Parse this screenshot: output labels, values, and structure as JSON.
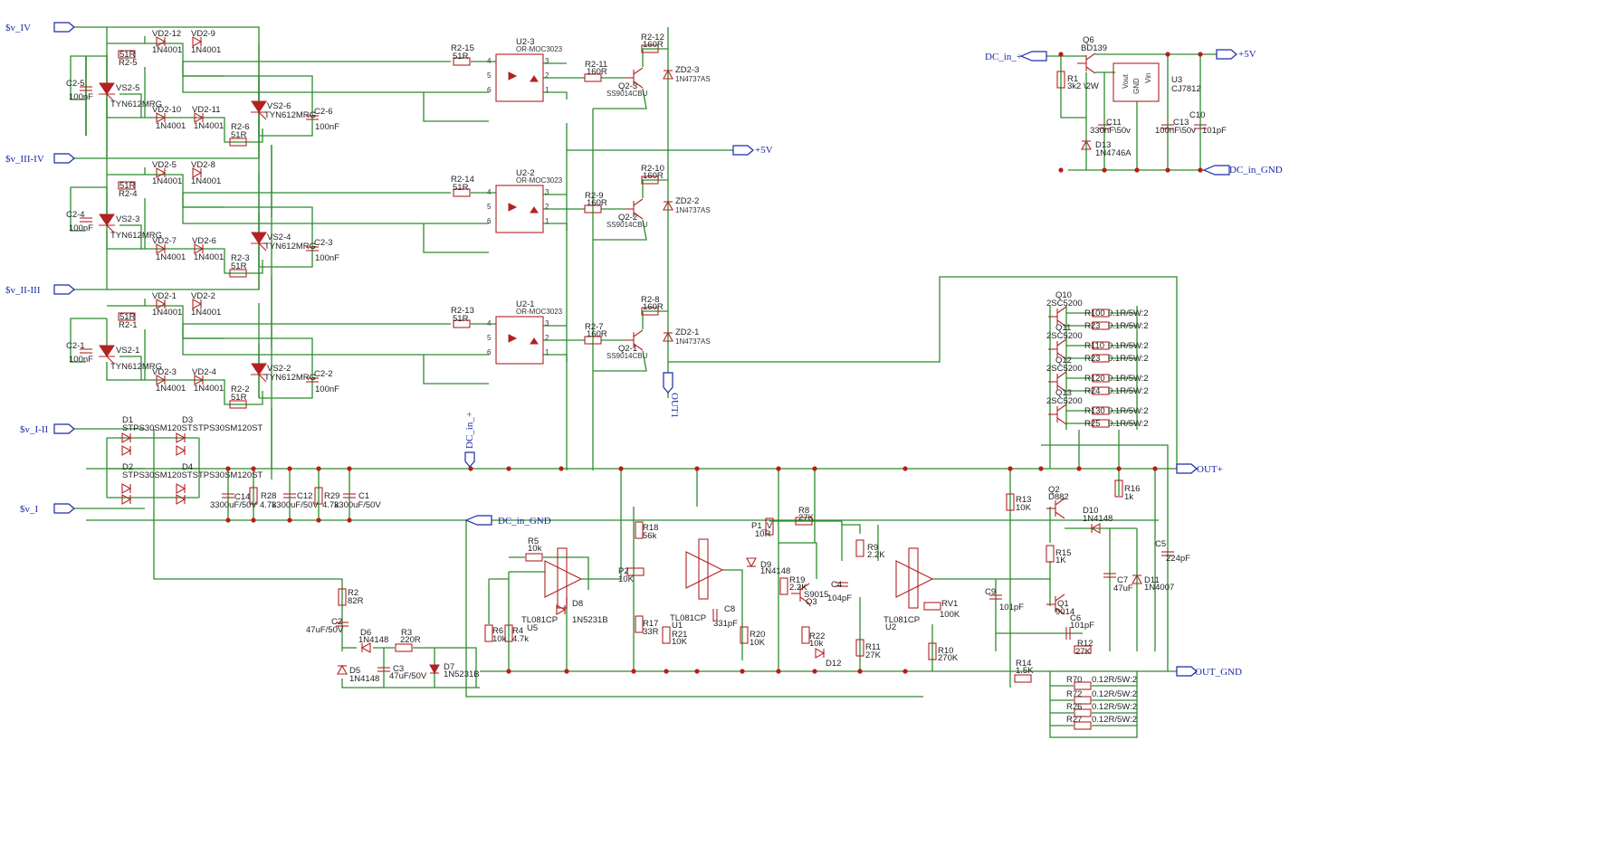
{
  "ports": [
    {
      "id": "sv_iv",
      "text": "$v_IV"
    },
    {
      "id": "sv_iii_iv",
      "text": "$v_III-IV"
    },
    {
      "id": "sv_ii_iii",
      "text": "$v_II-III"
    },
    {
      "id": "sv_i_ii",
      "text": "$v_I-II"
    },
    {
      "id": "sv_i",
      "text": "$v_I"
    },
    {
      "id": "dc_in_plus_top",
      "text": "DC_in_+"
    },
    {
      "id": "plus5v_top",
      "text": "+5V"
    },
    {
      "id": "dc_in_gnd_top",
      "text": "DC_in_GND"
    },
    {
      "id": "plus5v_mid",
      "text": "+5V"
    },
    {
      "id": "out1",
      "text": "OUT1"
    },
    {
      "id": "dc_in_plus_mid",
      "text": "DC_in_+"
    },
    {
      "id": "dc_in_gnd_mid",
      "text": "DC_in_GND"
    },
    {
      "id": "out_plus",
      "text": "OUT+"
    },
    {
      "id": "out_gnd",
      "text": "OUT_GND"
    }
  ],
  "labels": {
    "vd2_12": "VD2-12",
    "vd2_9": "VD2-9",
    "n4001": "1N4001",
    "r2_5_val": "51R",
    "r2_5": "R2-5",
    "c2_5": "C2-5",
    "nf100": "100nF",
    "vs2_5": "VS2-5",
    "tyn": "TYN612MRG",
    "vd2_10": "VD2-10",
    "vd2_11": "VD2-11",
    "vs2_6": "VS2-6",
    "r2_6": "R2-6",
    "c2_6": "C2-6",
    "r2_15": "R2-15",
    "u2_3": "U2-3",
    "moc": "OR-MOC3023",
    "r2_11": "R2-11",
    "r160": "160R",
    "r2_12": "R2-12",
    "q2_3": "Q2-3",
    "ss9014": "SS9014CBU",
    "zd2_3": "ZD2-3",
    "n4737": "1N4737AS",
    "vd2_5": "VD2-5",
    "vd2_8": "VD2-8",
    "r2_4": "R2-4",
    "c2_4": "C2-4",
    "vs2_3": "VS2-3",
    "vd2_7": "VD2-7",
    "vd2_6": "VD2-6",
    "vs2_4": "VS2-4",
    "r2_3": "R2-3",
    "c2_3": "C2-3",
    "r2_14": "R2-14",
    "u2_2": "U2-2",
    "r2_9": "R2-9",
    "r2_10": "R2-10",
    "q2_2": "Q2-2",
    "zd2_2": "ZD2-2",
    "vd2_1": "VD2-1",
    "vd2_2": "VD2-2",
    "r2_1": "R2-1",
    "c2_1": "C2-1",
    "vs2_1": "VS2-1",
    "vd2_3": "VD2-3",
    "vd2_4": "VD2-4",
    "vs2_2": "VS2-2",
    "r2_2": "R2-2",
    "c2_2": "C2-2",
    "r2_13": "R2-13",
    "u2_1": "U2-1",
    "r2_7": "R2-7",
    "r2_8": "R2-8",
    "q2_1": "Q2-1",
    "zd2_1": "ZD2-1",
    "d1": "D1",
    "d3": "D3",
    "stps": "STPS30SM120ST",
    "stps2": "STPS30SM120STSTPS30SM120ST",
    "d2": "D2",
    "d4": "D4",
    "c14": "C14",
    "c_3300": "3300uF/50V",
    "r28": "R28",
    "r47k": "4.7k",
    "c12": "C12",
    "r29": "R29",
    "c1": "C1",
    "q6": "Q6",
    "bd139": "BD139",
    "r1": "R1",
    "r1v": "3k2 \\2W",
    "u3": "U3",
    "cj7812": "CJ7812",
    "c11": "C11",
    "c11v": "330nF\\50v",
    "c13": "C13",
    "c13v": "100nF\\50v",
    "c10": "C10",
    "c10v": "101pF",
    "d13": "D13",
    "n4746": "1N4746A",
    "vout": "Vout",
    "vin": "Vin",
    "gnd": "GND",
    "q10": "Q10",
    "q11": "Q11",
    "q12": "Q12",
    "q13": "Q13",
    "sc5200": "2SC5200",
    "r100": "R100",
    "r110": "R110",
    "r120": "R120",
    "r130": "R130",
    "r23": "R23",
    "r24": "R24",
    "r25": "R25",
    "r0_1": "0.1R/5W:2",
    "r13": "R13",
    "r10k": "10K",
    "q2": "Q2",
    "d882": "D882",
    "d10": "D10",
    "n4148": "1N4148",
    "r16": "R16",
    "r1k": "1k",
    "c5": "C5",
    "c224": "224pF",
    "r15": "R15",
    "r1k2": "1K",
    "c7": "C7",
    "c47u": "47uF",
    "d11": "D11",
    "n4007": "1N4007",
    "c9": "C9",
    "c101": "101pF",
    "q1": "Q1",
    "s9014": "9014",
    "c6": "C6",
    "r12": "R12",
    "r27k": "27K",
    "r14": "R14",
    "r1_5k": "1.5K",
    "r70": "R70",
    "r72": "R72",
    "r26": "R26",
    "r27": "R27",
    "r0_12": "0.12R/5W:2",
    "r5": "R5",
    "r10k2": "10k",
    "u5": "U5",
    "tl081": "TL081CP",
    "r6": "R6",
    "r4": "R4",
    "r4_7k": "4.7k",
    "d8": "D8",
    "n5231": "1N5231B",
    "r18": "R18",
    "r56k": "56k",
    "p2": "P2",
    "p2v": "10K",
    "r17": "R17",
    "r33": "33R",
    "u1": "U1",
    "r21": "R21",
    "c8": "C8",
    "c331": "331pF",
    "d9": "D9",
    "r20": "R20",
    "p1": "P1_V",
    "p1v": "10R",
    "r8": "R8",
    "r8v": "27K",
    "r19": "R19",
    "r2_2k": "2.2K",
    "s9015": "S9015",
    "q3": "Q3",
    "c4": "C4",
    "c104": "104pF",
    "r22": "R22",
    "d12": "D12",
    "r9": "R9",
    "u2": "U2",
    "rv1": "RV1",
    "r100k": "100K",
    "r11": "R11",
    "r10": "R10",
    "r270k": "270K",
    "r2": "R2",
    "r82": "82R",
    "c2": "C2",
    "c2v": "47uF/50V",
    "d6": "D6",
    "r3": "R3",
    "r220": "220R",
    "d5": "D5",
    "c3": "C3",
    "c3v": "47uF/50V",
    "d7": "D7"
  }
}
